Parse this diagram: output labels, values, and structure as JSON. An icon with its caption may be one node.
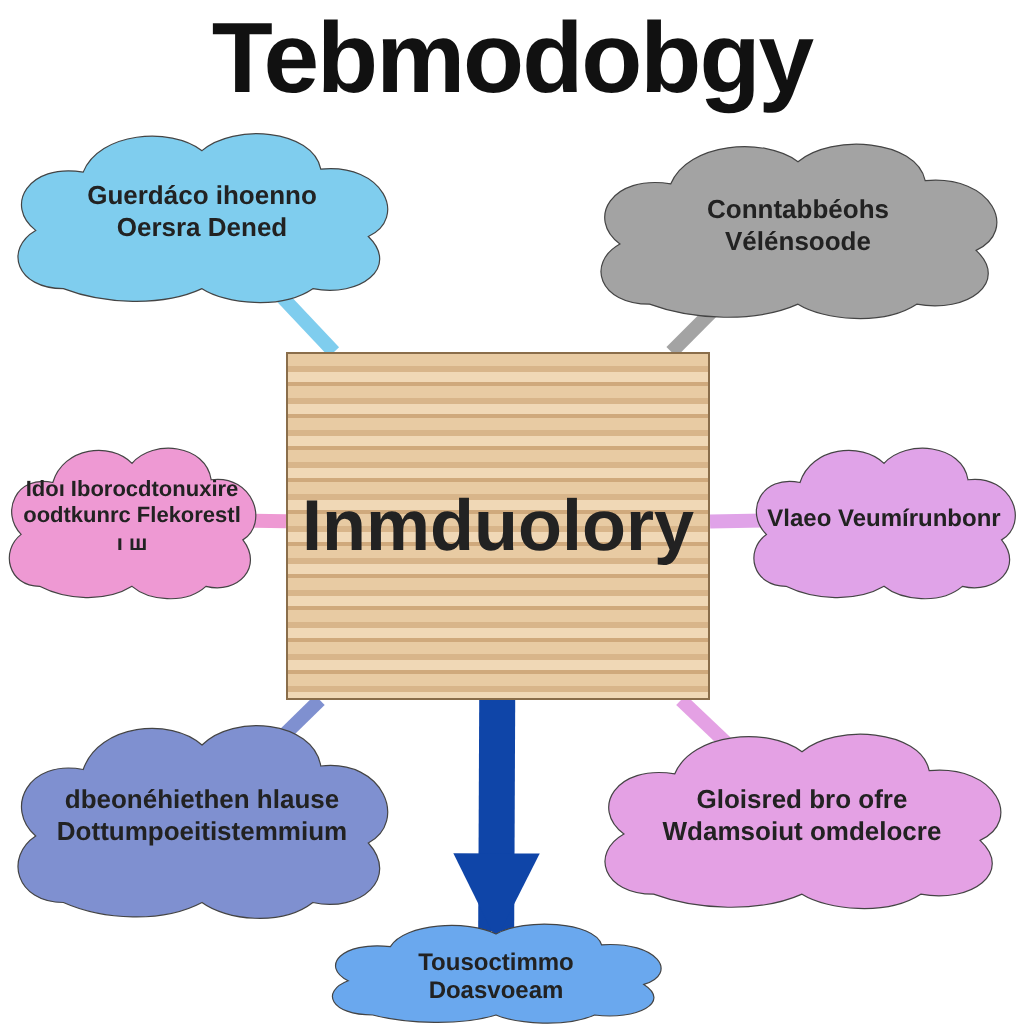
{
  "diagram": {
    "title": "Tebmodobgy",
    "nodes": [
      {
        "text": [
          "Inmduolory"
        ]
      },
      {
        "text": [
          "Guerdáco ihoenno Oersra Dened"
        ]
      },
      {
        "text": [
          "Conntabbéohs Vélénsoode"
        ]
      },
      {
        "text": [
          "Idoı Iborocdtonuxire oodtkunrc Flekorestl ı ш"
        ]
      },
      {
        "text": [
          "Vlaeo Veumírunbonr"
        ]
      },
      {
        "text": [
          "dbeonéhiethen hlause Dottumpoeitistemmium"
        ]
      },
      {
        "text": [
          "Gloisred bro ofre Wdamsoiut omdelocre"
        ]
      },
      {
        "text": [
          "Tousoctimmo Doasvoeam"
        ]
      }
    ],
    "edges": [
      {
        "from": 1,
        "to": 0,
        "arrow": "none",
        "color": "#7fcdee"
      },
      {
        "from": 2,
        "to": 0,
        "arrow": "none",
        "color": "#a3a3a3"
      },
      {
        "from": 3,
        "to": 0,
        "arrow": "none",
        "color": "#ee99d3"
      },
      {
        "from": 0,
        "to": 4,
        "arrow": "none",
        "color": "#e0a3e8"
      },
      {
        "from": 5,
        "to": 0,
        "arrow": "none",
        "color": "#7f90d0"
      },
      {
        "from": 6,
        "to": 0,
        "arrow": "none",
        "color": "#e4a1e4"
      },
      {
        "from": 0,
        "to": 7,
        "arrow": "to",
        "style": "thick",
        "color": "#0f45a8"
      }
    ]
  }
}
